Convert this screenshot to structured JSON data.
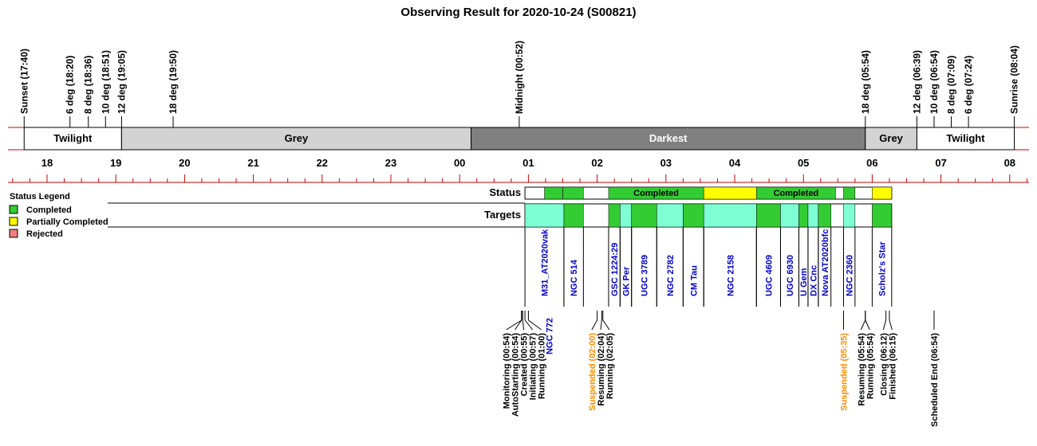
{
  "chart_data": {
    "type": "timeline",
    "title": "Observing Result for 2020-10-24 (S00821)",
    "x_range_hours": [
      17.2,
      8.4
    ],
    "hour_ticks": [
      "18",
      "19",
      "20",
      "21",
      "22",
      "23",
      "00",
      "01",
      "02",
      "03",
      "04",
      "05",
      "06",
      "07",
      "08"
    ],
    "sky_events": [
      {
        "label": "Sunset (17:40)",
        "time": "17:40"
      },
      {
        "label": "6 deg (18:20)",
        "time": "18:20"
      },
      {
        "label": "8 deg (18:36)",
        "time": "18:36"
      },
      {
        "label": "10 deg (18:51)",
        "time": "18:51"
      },
      {
        "label": "12 deg (19:05)",
        "time": "19:05"
      },
      {
        "label": "18 deg (19:50)",
        "time": "19:50"
      },
      {
        "label": "Midnight (00:52)",
        "time": "00:52"
      },
      {
        "label": "18 deg (05:54)",
        "time": "05:54"
      },
      {
        "label": "12 deg (06:39)",
        "time": "06:39"
      },
      {
        "label": "10 deg (06:54)",
        "time": "06:54"
      },
      {
        "label": "8 deg (07:09)",
        "time": "07:09"
      },
      {
        "label": "6 deg (07:24)",
        "time": "07:24"
      },
      {
        "label": "Sunrise (08:04)",
        "time": "08:04"
      }
    ],
    "bands": [
      {
        "label": "Twilight",
        "start": "17:40",
        "end": "19:05",
        "fill": "#ffffff",
        "text": "#000000"
      },
      {
        "label": "Grey",
        "start": "19:05",
        "end": "00:10",
        "fill": "#d3d3d3",
        "text": "#000000"
      },
      {
        "label": "Darkest",
        "start": "00:10",
        "end": "05:54",
        "fill": "#808080",
        "text": "#ffffff"
      },
      {
        "label": "Grey",
        "start": "05:54",
        "end": "06:39",
        "fill": "#d3d3d3",
        "text": "#000000"
      },
      {
        "label": "Twilight",
        "start": "06:39",
        "end": "08:04",
        "fill": "#ffffff",
        "text": "#000000"
      }
    ],
    "status_row_label": "Status",
    "targets_row_label": "Targets",
    "status_segments": [
      {
        "start": "01:14",
        "end": "01:30",
        "state": "completed",
        "text": ""
      },
      {
        "start": "01:30",
        "end": "01:48",
        "state": "completed",
        "text": ""
      },
      {
        "start": "02:10",
        "end": "03:33",
        "state": "completed",
        "text": "Completed"
      },
      {
        "start": "03:33",
        "end": "04:19",
        "state": "partial",
        "text": ""
      },
      {
        "start": "04:19",
        "end": "05:28",
        "state": "completed",
        "text": "Completed"
      },
      {
        "start": "05:35",
        "end": "05:45",
        "state": "completed",
        "text": ""
      },
      {
        "start": "06:00",
        "end": "06:17",
        "state": "partial",
        "text": ""
      }
    ],
    "targets": [
      {
        "name": "M31_AT2020vak",
        "start": "00:57",
        "end": "01:31",
        "state": "observed",
        "label_below": false
      },
      {
        "name": "NGC 514",
        "start": "01:31",
        "end": "01:48",
        "state": "completed",
        "label_below": false
      },
      {
        "name": "NGC 772",
        "start": "01:00",
        "end": "01:31",
        "state": "none",
        "label_below": true
      },
      {
        "name": "GSC 1224:29",
        "start": "02:10",
        "end": "02:20",
        "state": "completed",
        "label_below": false
      },
      {
        "name": "GK Per",
        "start": "02:20",
        "end": "02:30",
        "state": "observed",
        "label_below": false
      },
      {
        "name": "UGC 3789",
        "start": "02:30",
        "end": "02:52",
        "state": "completed",
        "label_below": false
      },
      {
        "name": "NGC 2782",
        "start": "02:52",
        "end": "03:15",
        "state": "observed",
        "label_below": false
      },
      {
        "name": "CM Tau",
        "start": "03:15",
        "end": "03:33",
        "state": "completed",
        "label_below": false
      },
      {
        "name": "NGC 2158",
        "start": "03:33",
        "end": "04:19",
        "state": "observed",
        "label_below": false
      },
      {
        "name": "UGC 4609",
        "start": "04:19",
        "end": "04:40",
        "state": "completed",
        "label_below": false
      },
      {
        "name": "UGC 6930",
        "start": "04:40",
        "end": "04:56",
        "state": "observed",
        "label_below": false
      },
      {
        "name": "U Gem",
        "start": "04:56",
        "end": "05:04",
        "state": "completed",
        "label_below": false
      },
      {
        "name": "DX Cnc",
        "start": "05:04",
        "end": "05:13",
        "state": "observed",
        "label_below": false
      },
      {
        "name": "Nova AT2020bfc",
        "start": "05:13",
        "end": "05:24",
        "state": "completed",
        "label_below": false
      },
      {
        "name": "NGC 2360",
        "start": "05:35",
        "end": "05:45",
        "state": "observed",
        "label_below": false
      },
      {
        "name": "Scholz's Star",
        "start": "06:00",
        "end": "06:17",
        "state": "completed",
        "label_below": false
      }
    ],
    "log_events": [
      {
        "label": "Monitoring (00:54)",
        "time": "00:54",
        "color": "#000000"
      },
      {
        "label": "AutoStarting (00:54)",
        "time": "00:54",
        "color": "#000000"
      },
      {
        "label": "Created (00:55)",
        "time": "00:55",
        "color": "#000000"
      },
      {
        "label": "Initiating (00:57)",
        "time": "00:57",
        "color": "#000000"
      },
      {
        "label": "Running (01:00)",
        "time": "01:00",
        "color": "#000000"
      },
      {
        "label": "Suspended (02:00)",
        "time": "02:00",
        "color": "#ff8c00"
      },
      {
        "label": "Resuming (02:04)",
        "time": "02:04",
        "color": "#000000"
      },
      {
        "label": "Running (02:05)",
        "time": "02:05",
        "color": "#000000"
      },
      {
        "label": "Suspended (05:35)",
        "time": "05:35",
        "color": "#ff8c00"
      },
      {
        "label": "Resuming (05:54)",
        "time": "05:54",
        "color": "#000000"
      },
      {
        "label": "Running (05:54)",
        "time": "05:54",
        "color": "#000000"
      },
      {
        "label": "Closing (06:12)",
        "time": "06:12",
        "color": "#000000"
      },
      {
        "label": "Finished (06:15)",
        "time": "06:15",
        "color": "#000000"
      },
      {
        "label": "Scheduled End (06:54)",
        "time": "06:54",
        "color": "#000000"
      }
    ],
    "legend": {
      "title": "Status Legend",
      "items": [
        {
          "label": "Completed",
          "color": "#33cc33"
        },
        {
          "label": "Partially Completed",
          "color": "#ffff00"
        },
        {
          "label": "Rejected",
          "color": "#f08080"
        }
      ]
    },
    "colors": {
      "completed": "#33cc33",
      "partial": "#ffff00",
      "observed": "#7fffd4",
      "rule": "#cc0000"
    }
  }
}
